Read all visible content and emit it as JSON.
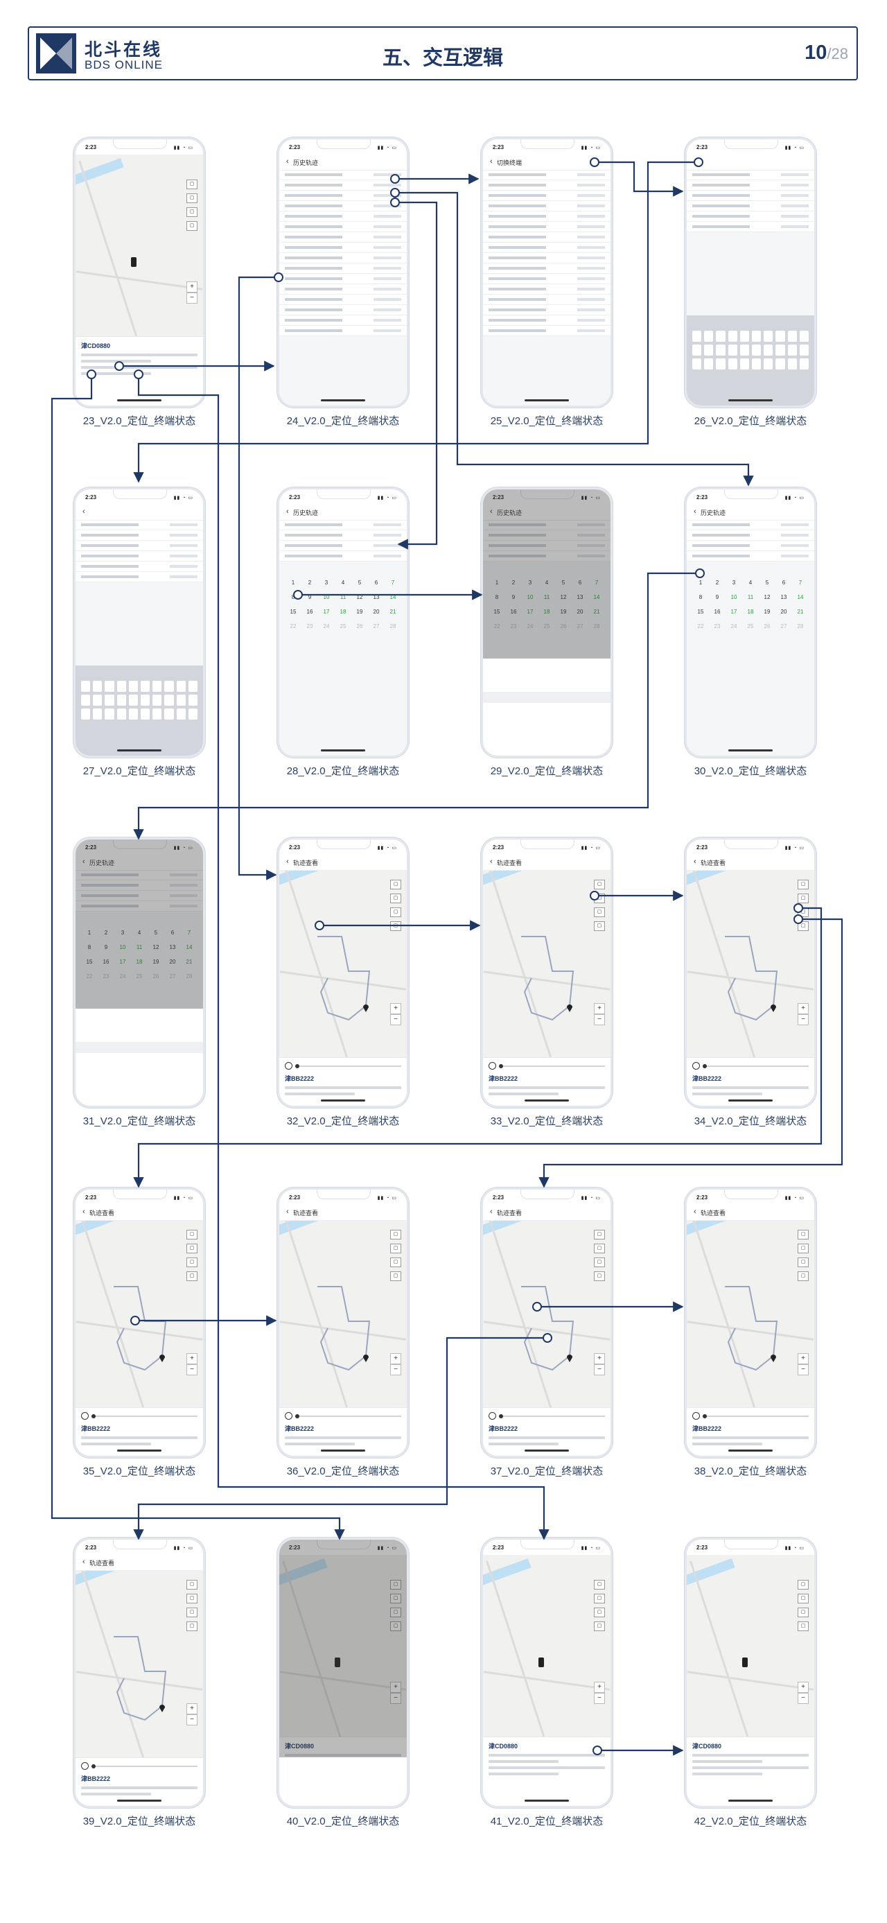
{
  "header": {
    "logo_cn": "北斗在线",
    "logo_en": "BDS  ONLINE",
    "title": "五、交互逻辑",
    "page_current": "10",
    "page_total": "/28"
  },
  "common": {
    "time": "2:23",
    "nav_history": "历史轨迹",
    "nav_track": "轨迹查看",
    "nav_switch": "切换终端",
    "vehicle": "津BB2222",
    "vehicle2": "津CD0880"
  },
  "screens": [
    {
      "id": "23",
      "caption": "23_V2.0_定位_终端状态"
    },
    {
      "id": "24",
      "caption": "24_V2.0_定位_终端状态"
    },
    {
      "id": "25",
      "caption": "25_V2.0_定位_终端状态"
    },
    {
      "id": "26",
      "caption": "26_V2.0_定位_终端状态"
    },
    {
      "id": "27",
      "caption": "27_V2.0_定位_终端状态"
    },
    {
      "id": "28",
      "caption": "28_V2.0_定位_终端状态"
    },
    {
      "id": "29",
      "caption": "29_V2.0_定位_终端状态"
    },
    {
      "id": "30",
      "caption": "30_V2.0_定位_终端状态"
    },
    {
      "id": "31",
      "caption": "31_V2.0_定位_终端状态"
    },
    {
      "id": "32",
      "caption": "32_V2.0_定位_终端状态"
    },
    {
      "id": "33",
      "caption": "33_V2.0_定位_终端状态"
    },
    {
      "id": "34",
      "caption": "34_V2.0_定位_终端状态"
    },
    {
      "id": "35",
      "caption": "35_V2.0_定位_终端状态"
    },
    {
      "id": "36",
      "caption": "36_V2.0_定位_终端状态"
    },
    {
      "id": "37",
      "caption": "37_V2.0_定位_终端状态"
    },
    {
      "id": "38",
      "caption": "38_V2.0_定位_终端状态"
    },
    {
      "id": "39",
      "caption": "39_V2.0_定位_终端状态"
    },
    {
      "id": "40",
      "caption": "40_V2.0_定位_终端状态"
    },
    {
      "id": "41",
      "caption": "41_V2.0_定位_终端状态"
    },
    {
      "id": "42",
      "caption": "42_V2.0_定位_终端状态"
    }
  ],
  "colors": {
    "accent": "#1f3864",
    "flow": "#1f3864",
    "green": "#2a9d3a",
    "red": "#e04040"
  }
}
